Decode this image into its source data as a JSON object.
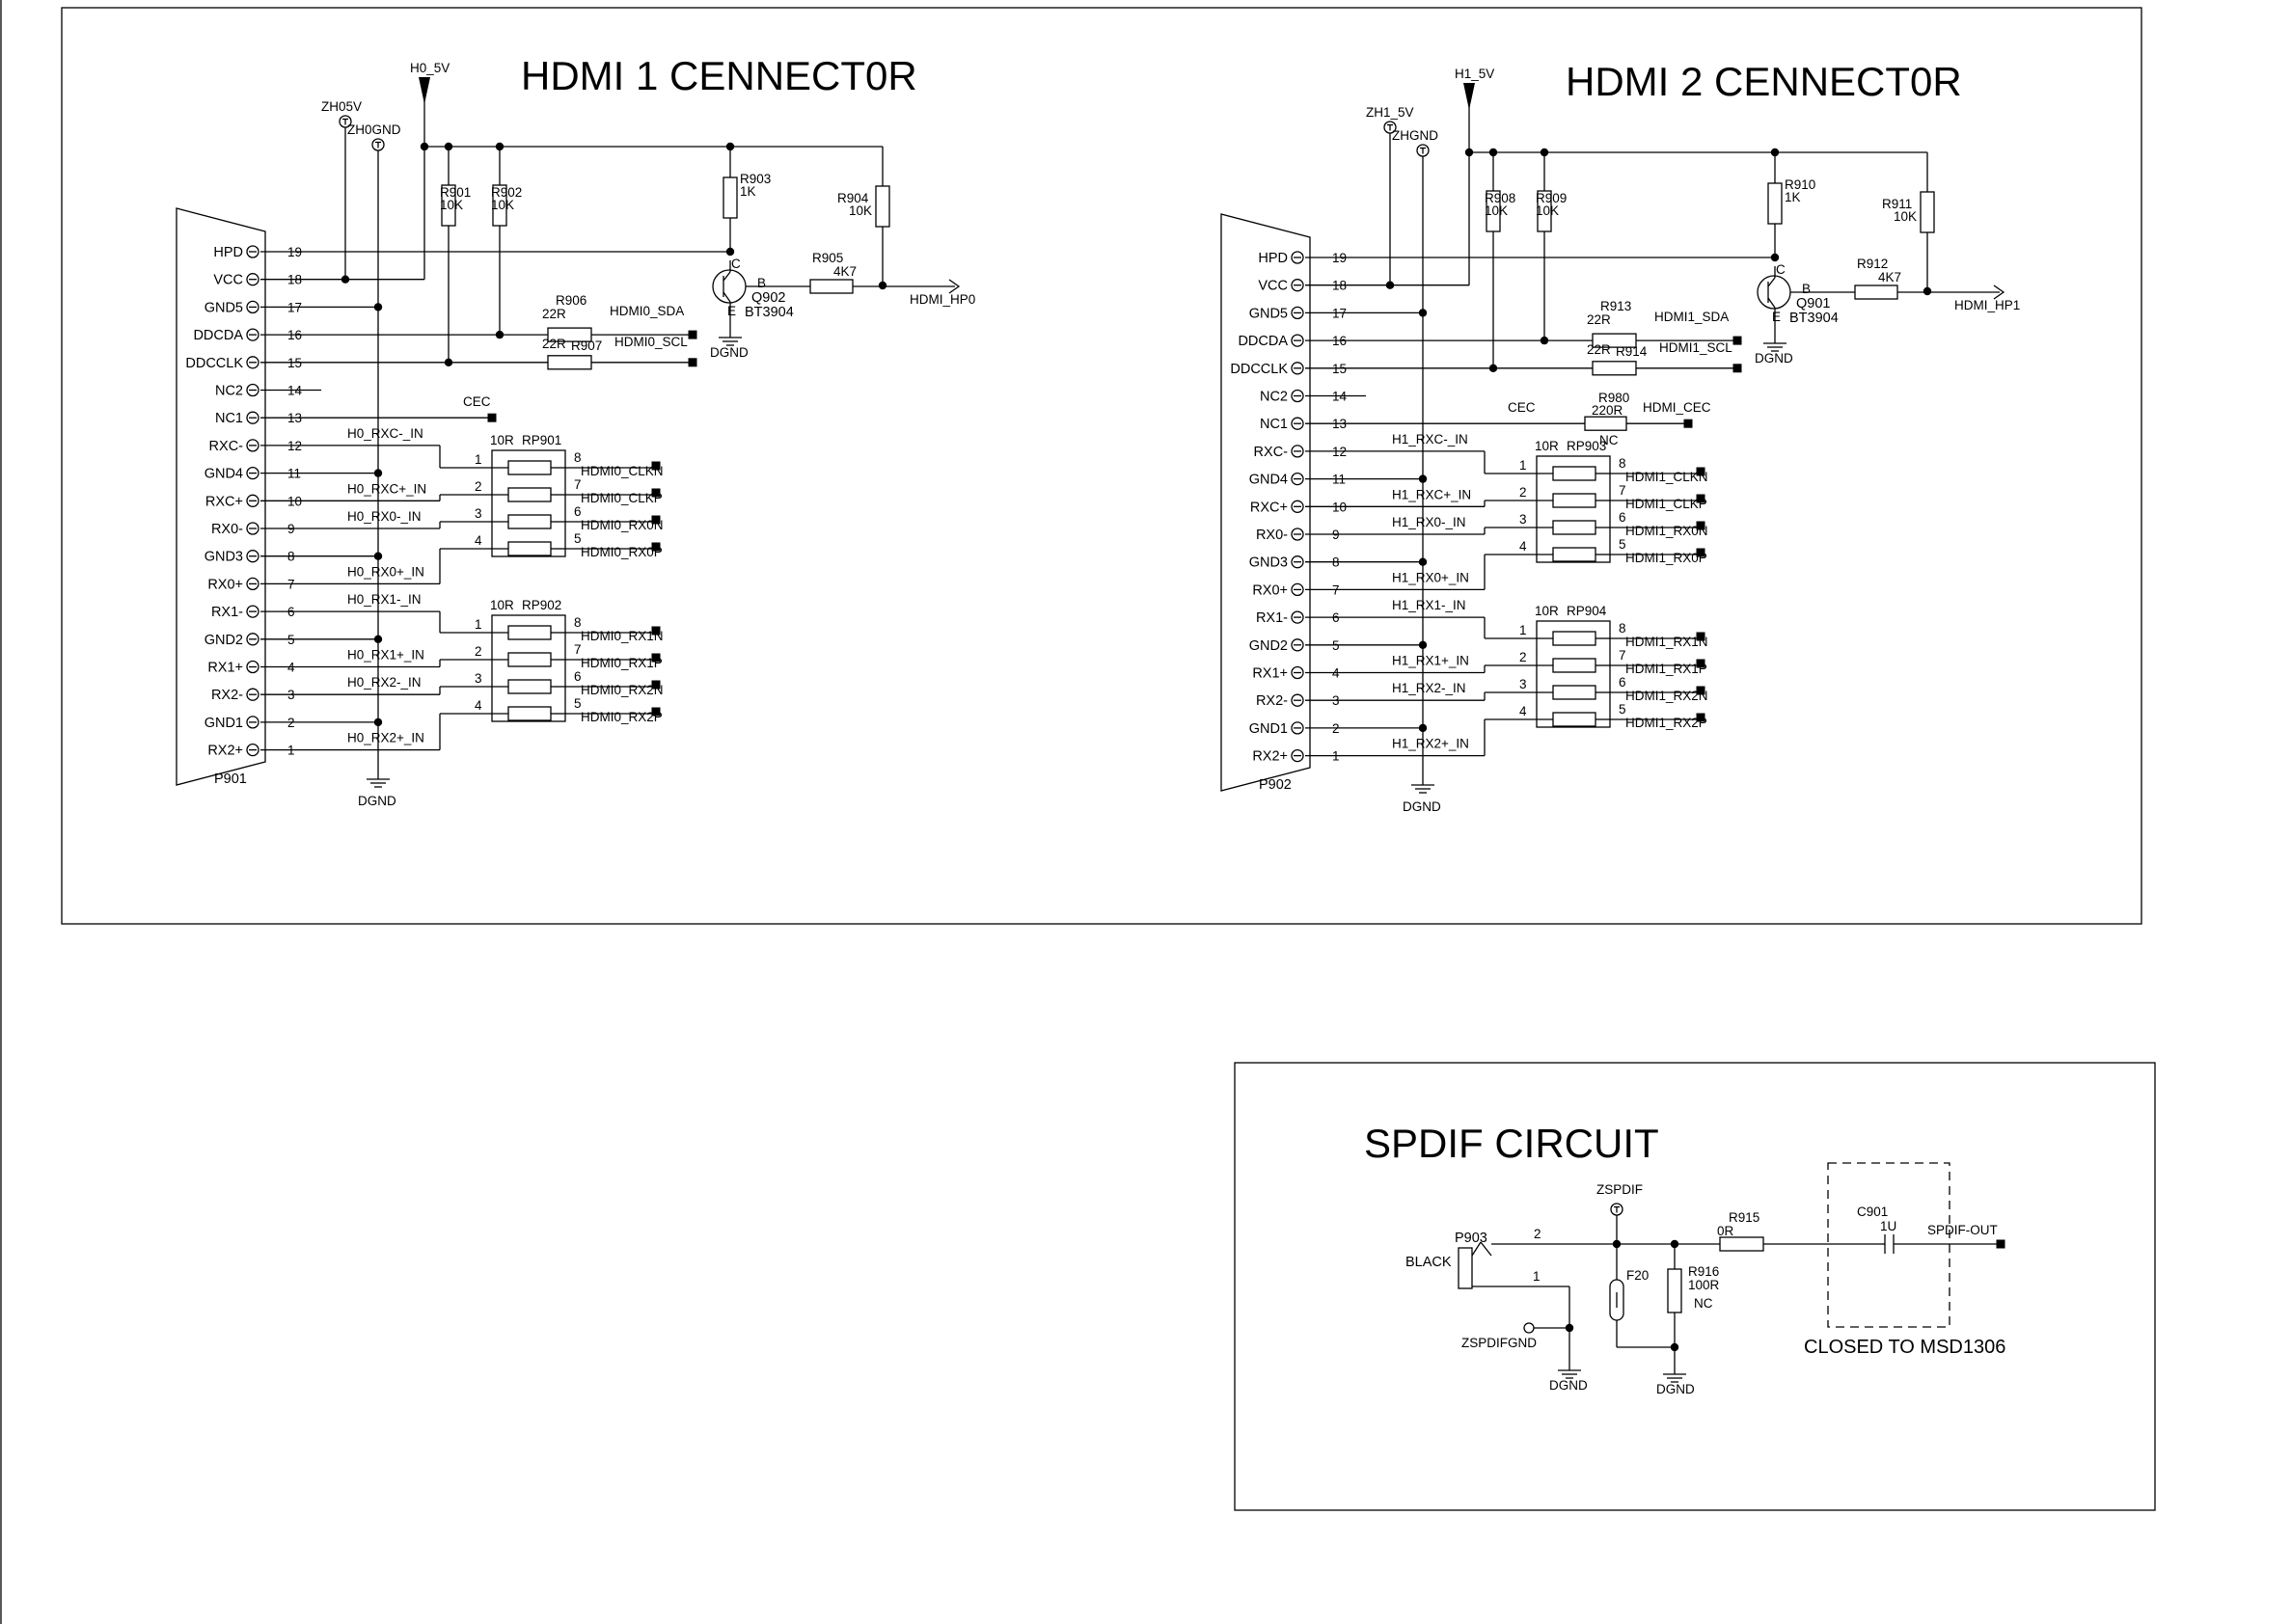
{
  "hdmi1": {
    "title": "HDMI 1 CENNECT0R",
    "connector": "P901",
    "pins": [
      {
        "label": "HPD",
        "num": "19"
      },
      {
        "label": "VCC",
        "num": "18"
      },
      {
        "label": "GND5",
        "num": "17"
      },
      {
        "label": "DDCDA",
        "num": "16"
      },
      {
        "label": "DDCCLK",
        "num": "15"
      },
      {
        "label": "NC2",
        "num": "14"
      },
      {
        "label": "NC1",
        "num": "13"
      },
      {
        "label": "RXC-",
        "num": "12"
      },
      {
        "label": "GND4",
        "num": "11"
      },
      {
        "label": "RXC+",
        "num": "10"
      },
      {
        "label": "RX0-",
        "num": "9"
      },
      {
        "label": "GND3",
        "num": "8"
      },
      {
        "label": "RX0+",
        "num": "7"
      },
      {
        "label": "RX1-",
        "num": "6"
      },
      {
        "label": "GND2",
        "num": "5"
      },
      {
        "label": "RX1+",
        "num": "4"
      },
      {
        "label": "RX2-",
        "num": "3"
      },
      {
        "label": "GND1",
        "num": "2"
      },
      {
        "label": "RX2+",
        "num": "1"
      }
    ],
    "power": "H0_5V",
    "tp_power": "ZH05V",
    "tp_gnd": "ZH0GND",
    "gnd": "DGND",
    "r_a": {
      "ref": "R901",
      "val": "10K"
    },
    "r_b": {
      "ref": "R902",
      "val": "10K"
    },
    "r_c": {
      "ref": "R903",
      "val": "1K"
    },
    "r_d": {
      "ref": "R904",
      "val": "10K"
    },
    "r_e": {
      "ref": "R905",
      "val": "4K7"
    },
    "r_sda": {
      "ref": "R906",
      "val": "22R"
    },
    "r_scl": {
      "ref": "R907",
      "val": "22R"
    },
    "q": {
      "ref": "Q902",
      "part": "BT3904",
      "c": "C",
      "b": "B",
      "e": "E"
    },
    "hp": "HDMI_HP0",
    "sda": "HDMI0_SDA",
    "scl": "HDMI0_SCL",
    "cec": "CEC",
    "rp_a": {
      "ref": "RP901",
      "val": "10R"
    },
    "rp_b": {
      "ref": "RP902",
      "val": "10R"
    },
    "rp_pins_left": [
      "1",
      "2",
      "3",
      "4"
    ],
    "rp_pins_right": [
      "8",
      "7",
      "6",
      "5"
    ],
    "in_a": [
      "H0_RXC-_IN",
      "H0_RXC+_IN",
      "H0_RX0-_IN",
      "H0_RX0+_IN"
    ],
    "out_a": [
      "HDMI0_CLKN",
      "HDMI0_CLKP",
      "HDMI0_RX0N",
      "HDMI0_RX0P"
    ],
    "in_b": [
      "H0_RX1-_IN",
      "H0_RX1+_IN",
      "H0_RX2-_IN",
      "H0_RX2+_IN"
    ],
    "out_b": [
      "HDMI0_RX1N",
      "HDMI0_RX1P",
      "HDMI0_RX2N",
      "HDMI0_RX2P"
    ]
  },
  "hdmi2": {
    "title": "HDMI 2 CENNECT0R",
    "connector": "P902",
    "pins": [
      {
        "label": "HPD",
        "num": "19"
      },
      {
        "label": "VCC",
        "num": "18"
      },
      {
        "label": "GND5",
        "num": "17"
      },
      {
        "label": "DDCDA",
        "num": "16"
      },
      {
        "label": "DDCCLK",
        "num": "15"
      },
      {
        "label": "NC2",
        "num": "14"
      },
      {
        "label": "NC1",
        "num": "13"
      },
      {
        "label": "RXC-",
        "num": "12"
      },
      {
        "label": "GND4",
        "num": "11"
      },
      {
        "label": "RXC+",
        "num": "10"
      },
      {
        "label": "RX0-",
        "num": "9"
      },
      {
        "label": "GND3",
        "num": "8"
      },
      {
        "label": "RX0+",
        "num": "7"
      },
      {
        "label": "RX1-",
        "num": "6"
      },
      {
        "label": "GND2",
        "num": "5"
      },
      {
        "label": "RX1+",
        "num": "4"
      },
      {
        "label": "RX2-",
        "num": "3"
      },
      {
        "label": "GND1",
        "num": "2"
      },
      {
        "label": "RX2+",
        "num": "1"
      }
    ],
    "power": "H1_5V",
    "tp_power": "ZH1_5V",
    "tp_gnd": "ZHGND",
    "gnd": "DGND",
    "r_a": {
      "ref": "R908",
      "val": "10K"
    },
    "r_b": {
      "ref": "R909",
      "val": "10K"
    },
    "r_c": {
      "ref": "R910",
      "val": "1K"
    },
    "r_d": {
      "ref": "R911",
      "val": "10K"
    },
    "r_e": {
      "ref": "R912",
      "val": "4K7"
    },
    "r_sda": {
      "ref": "R913",
      "val": "22R"
    },
    "r_scl": {
      "ref": "R914",
      "val": "22R"
    },
    "r_cec": {
      "ref": "R980",
      "val": "220R",
      "nc": "NC"
    },
    "q": {
      "ref": "Q901",
      "part": "BT3904",
      "c": "C",
      "b": "B",
      "e": "E"
    },
    "hp": "HDMI_HP1",
    "sda": "HDMI1_SDA",
    "scl": "HDMI1_SCL",
    "cec": "CEC",
    "cec_out": "HDMI_CEC",
    "rp_a": {
      "ref": "RP903",
      "val": "10R"
    },
    "rp_b": {
      "ref": "RP904",
      "val": "10R"
    },
    "rp_pins_left": [
      "1",
      "2",
      "3",
      "4"
    ],
    "rp_pins_right": [
      "8",
      "7",
      "6",
      "5"
    ],
    "in_a": [
      "H1_RXC-_IN",
      "H1_RXC+_IN",
      "H1_RX0-_IN",
      "H1_RX0+_IN"
    ],
    "out_a": [
      "HDMI1_CLKN",
      "HDMI1_CLKP",
      "HDMI1_RX0N",
      "HDMI1_RX0P"
    ],
    "in_b": [
      "H1_RX1-_IN",
      "H1_RX1+_IN",
      "H1_RX2-_IN",
      "H1_RX2+_IN"
    ],
    "out_b": [
      "HDMI1_RX1N",
      "HDMI1_RX1P",
      "HDMI1_RX2N",
      "HDMI1_RX2P"
    ]
  },
  "spdif": {
    "title": "SPDIF CIRCUIT",
    "jack": "P903",
    "jack_color": "BLACK",
    "pin2": "2",
    "pin1": "1",
    "tp": "ZSPDIF",
    "tp_gnd": "ZSPDIFGND",
    "ferrite": "F20",
    "r_series": {
      "ref": "R915",
      "val": "0R"
    },
    "r_shunt": {
      "ref": "R916",
      "val": "100R",
      "nc": "NC"
    },
    "cap": {
      "ref": "C901",
      "val": "1U"
    },
    "out": "SPDIF-OUT",
    "gnd": "DGND",
    "note": "CLOSED TO MSD1306"
  }
}
